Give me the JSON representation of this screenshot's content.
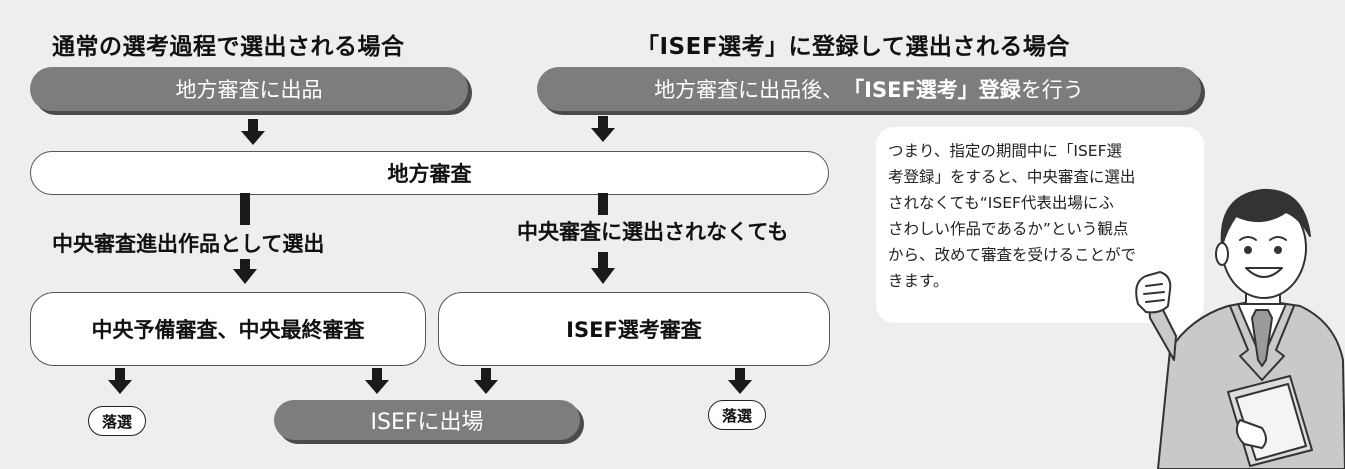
{
  "left_heading": "通常の選考過程で選出される場合",
  "right_heading": "「ISEF選考」に登録して選出される場合",
  "left_pill": "地方審査に出品",
  "right_pill": {
    "prefix": "地方審査に出品後、",
    "bold": "「ISEF選考」登録",
    "suffix": "を行う"
  },
  "regional_review": "地方審査",
  "label_left": "中央審査進出作品として選出",
  "label_right": "中央審査に選出されなくても",
  "box_central": "中央予備審査、中央最終審査",
  "box_isef": "ISEF選考審査",
  "reject_label": "落選",
  "final_pill": "ISEFに出場",
  "bubble_lines": [
    "つまり、指定の期間中に「ISEF選",
    "考登録」をすると、中央審査に選出",
    "されなくても“ISEF代表出場にふ",
    "さわしい作品であるか”という観点",
    "から、改めて審査を受けることがで",
    "きます。"
  ],
  "colors": {
    "background": "#eeeeee",
    "pill": "#7d7d7d",
    "pill_shadow": "#4a4a4a",
    "arrow": "#1a1a1a"
  },
  "icons": [
    "down-arrow-icon",
    "businessman-illustration"
  ]
}
